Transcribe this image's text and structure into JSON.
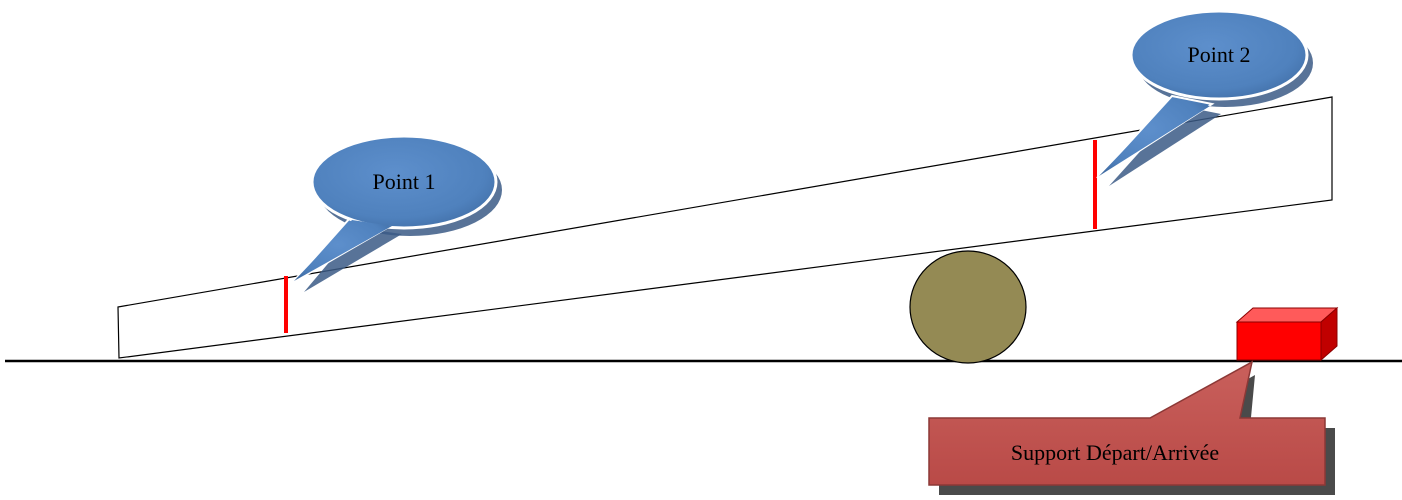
{
  "labels": {
    "point1": "Point 1",
    "point2": "Point 2",
    "support": "Support Départ/Arrivée"
  },
  "colors": {
    "marker": "#ff0000",
    "callout_fill": "#4f81bd",
    "callout_shadow": "#3b5b86",
    "callout_text": "#000000",
    "support_label_fill": "#c0504d",
    "support_label_border": "#8c3836",
    "support_label_shadow": "#4a4a4a",
    "roller": "#948a54",
    "support_block_front": "#ff0000",
    "support_block_top": "#ff5a5a",
    "support_block_side": "#c00000",
    "ground": "#000000",
    "ramp_outline": "#000000"
  }
}
